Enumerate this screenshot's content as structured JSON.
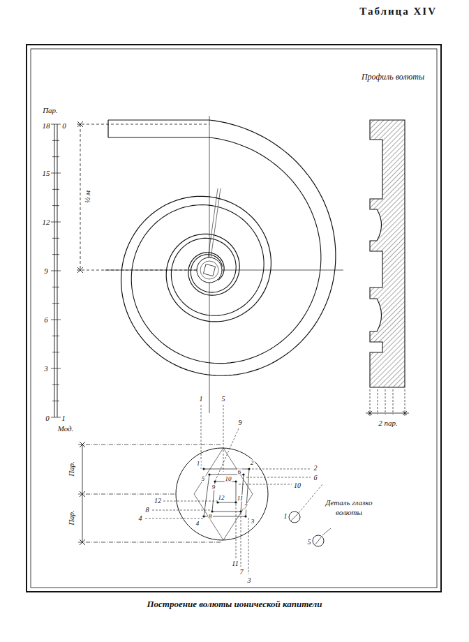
{
  "diagram": {
    "title": "Таблица XIV",
    "caption": "Построение волюты ионической капители",
    "labels": [
      "Пар.",
      "18",
      "0",
      "15",
      "12",
      "9",
      "6",
      "3",
      "0",
      "1",
      "Мод.",
      "½ м",
      "Профиль волюты",
      "2 пар.",
      "Пар.",
      "Пар.",
      "1",
      "5",
      "9",
      "1",
      "5",
      "2",
      "6",
      "10",
      "9",
      "12",
      "11",
      "8",
      "4",
      "7",
      "3",
      "2",
      "6",
      "10",
      "12",
      "8",
      "4",
      "11",
      "7",
      "3",
      "1",
      "5",
      "Деталь глазко волюты"
    ]
  }
}
